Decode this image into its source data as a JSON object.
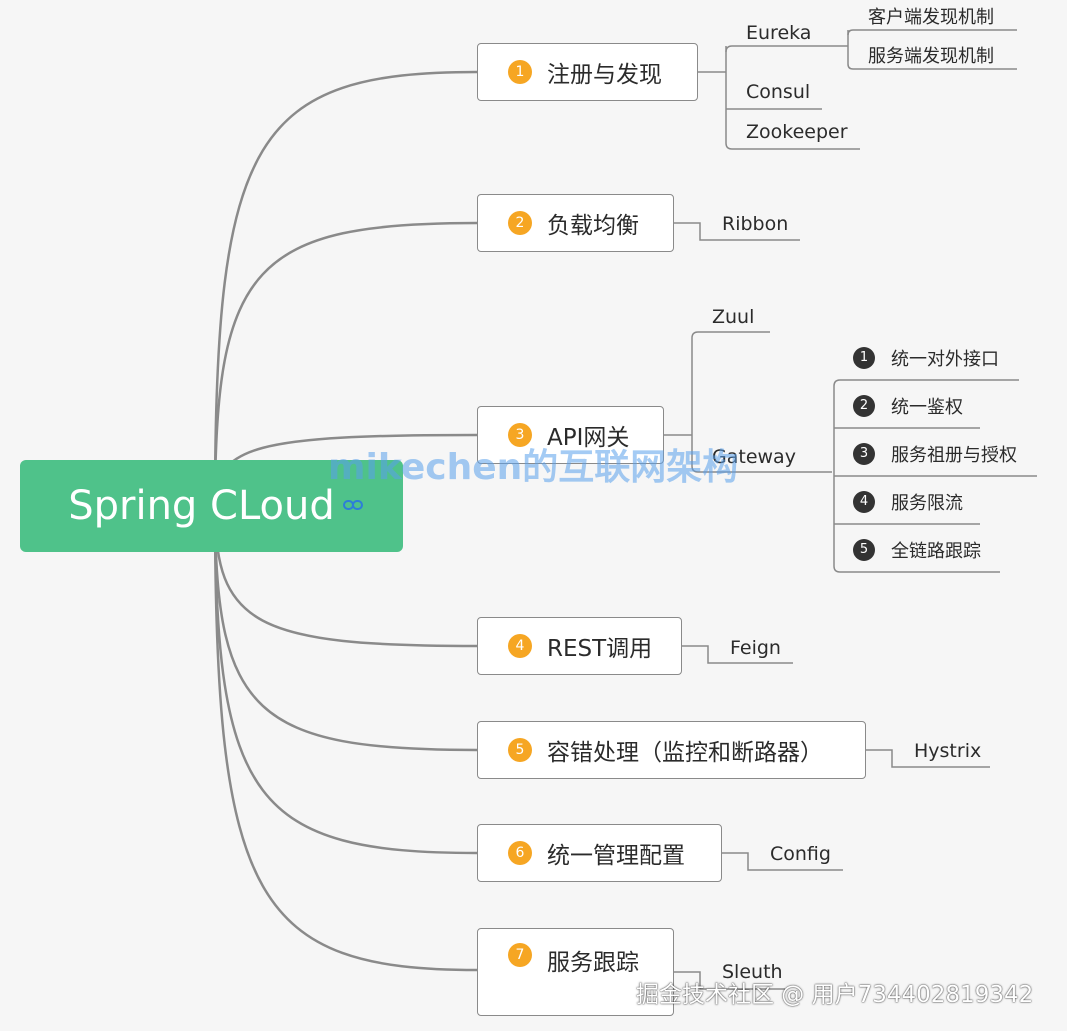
{
  "root": {
    "label": "Spring CLoud",
    "icon": "link-icon"
  },
  "topics": [
    {
      "badge": "1",
      "label": "注册与发现"
    },
    {
      "badge": "2",
      "label": "负载均衡"
    },
    {
      "badge": "3",
      "label": "API网关"
    },
    {
      "badge": "4",
      "label": "REST调用"
    },
    {
      "badge": "5",
      "label": "容错处理（监控和断路器）"
    },
    {
      "badge": "6",
      "label": "统一管理配置"
    },
    {
      "badge": "7",
      "label": "服务跟踪"
    }
  ],
  "leaves": {
    "eureka": "Eureka",
    "consul": "Consul",
    "zookeeper": "Zookeeper",
    "ribbon": "Ribbon",
    "zuul": "Zuul",
    "gateway": "Gateway",
    "feign": "Feign",
    "hystrix": "Hystrix",
    "config": "Config",
    "sleuth": "Sleuth"
  },
  "eureka_children": [
    "客户端发现机制",
    "服务端发现机制"
  ],
  "gateway_children": [
    {
      "badge": "1",
      "label": "统一对外接口"
    },
    {
      "badge": "2",
      "label": "统一鉴权"
    },
    {
      "badge": "3",
      "label": "服务祖册与授权"
    },
    {
      "badge": "4",
      "label": "服务限流"
    },
    {
      "badge": "5",
      "label": "全链路跟踪"
    }
  ],
  "watermark": "mikechen的互联网架构",
  "footer": "掘金技术社区 @ 用户734402819342",
  "colors": {
    "root": "#4fc28a",
    "topic_badge": "#f6a623",
    "sub_badge": "#333333",
    "connector": "#8a8a8a",
    "watermark": "#5aa0eb"
  }
}
